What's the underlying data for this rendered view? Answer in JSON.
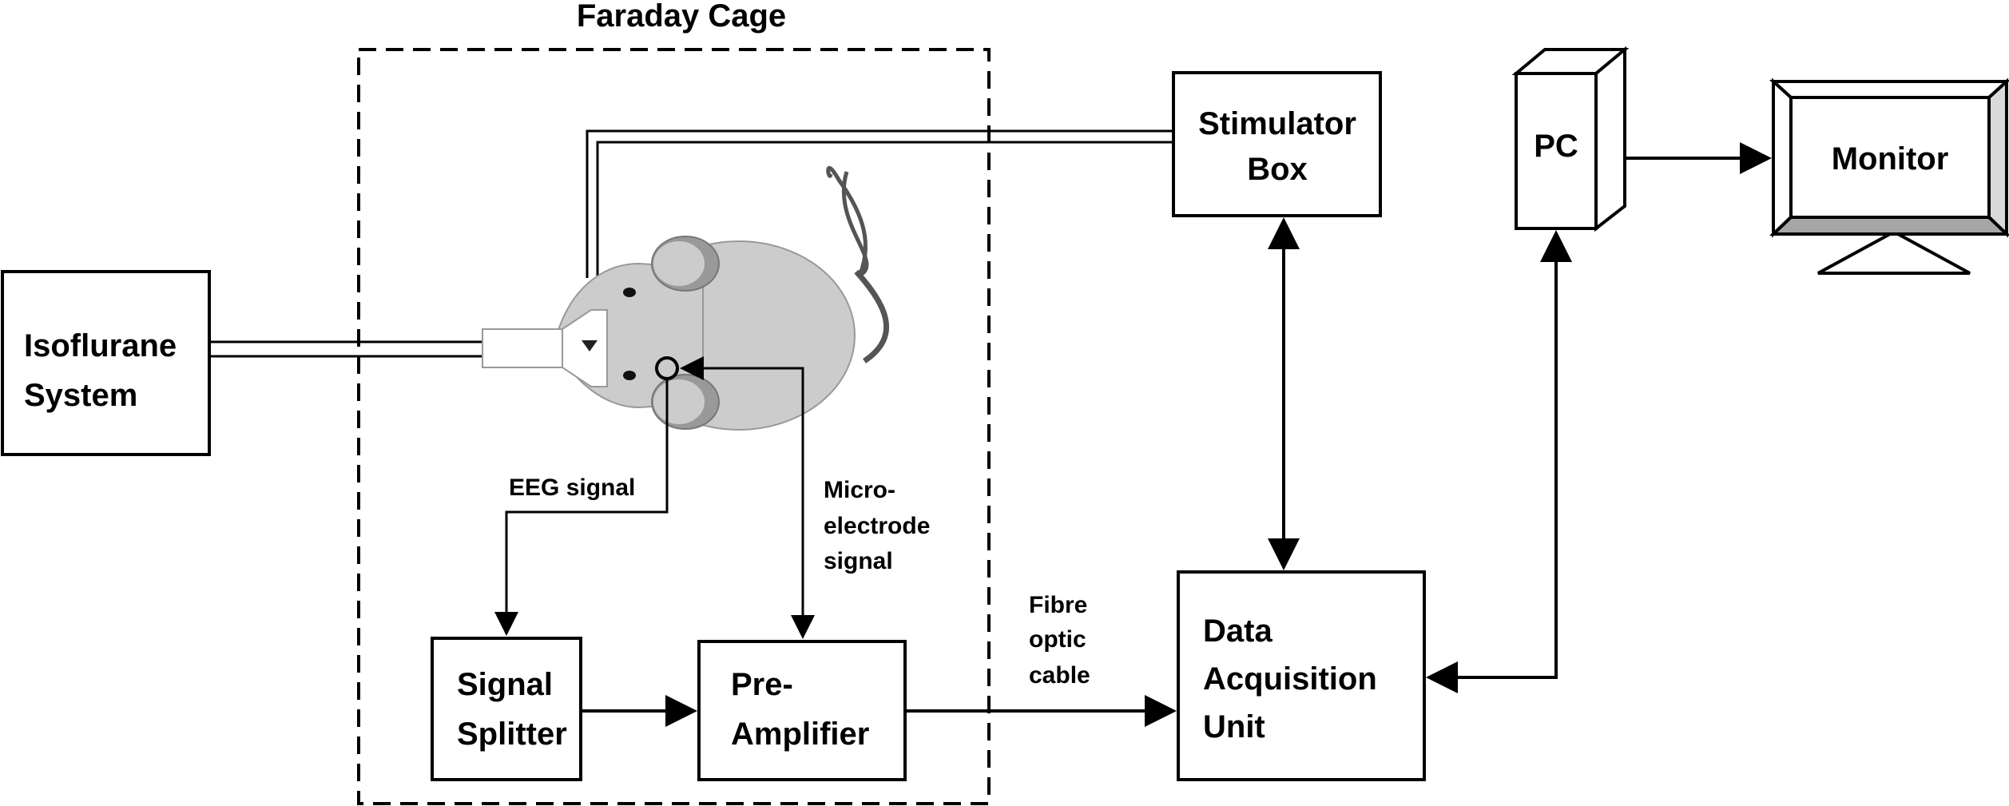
{
  "faraday_cage": {
    "title": "Faraday Cage"
  },
  "isoflurane": {
    "line1": "Isoflurane",
    "line2": "System"
  },
  "stimulator": {
    "line1": "Stimulator",
    "line2": "Box"
  },
  "pc": {
    "label": "PC"
  },
  "monitor": {
    "label": "Monitor"
  },
  "signal_splitter": {
    "line1": "Signal",
    "line2": "Splitter"
  },
  "pre_amplifier": {
    "line1": "Pre-",
    "line2": "Amplifier"
  },
  "daq": {
    "line1": "Data",
    "line2": "Acquisition",
    "line3": "Unit"
  },
  "eeg_signal": {
    "label": "EEG signal"
  },
  "micro_electrode": {
    "line1": "Micro-",
    "line2": "electrode",
    "line3": "signal"
  },
  "fibre_optic": {
    "line1": "Fibre",
    "line2": "optic",
    "line3": "cable"
  },
  "mouse": {
    "icon": "mouse-icon",
    "fur_color": "#cccccc"
  }
}
